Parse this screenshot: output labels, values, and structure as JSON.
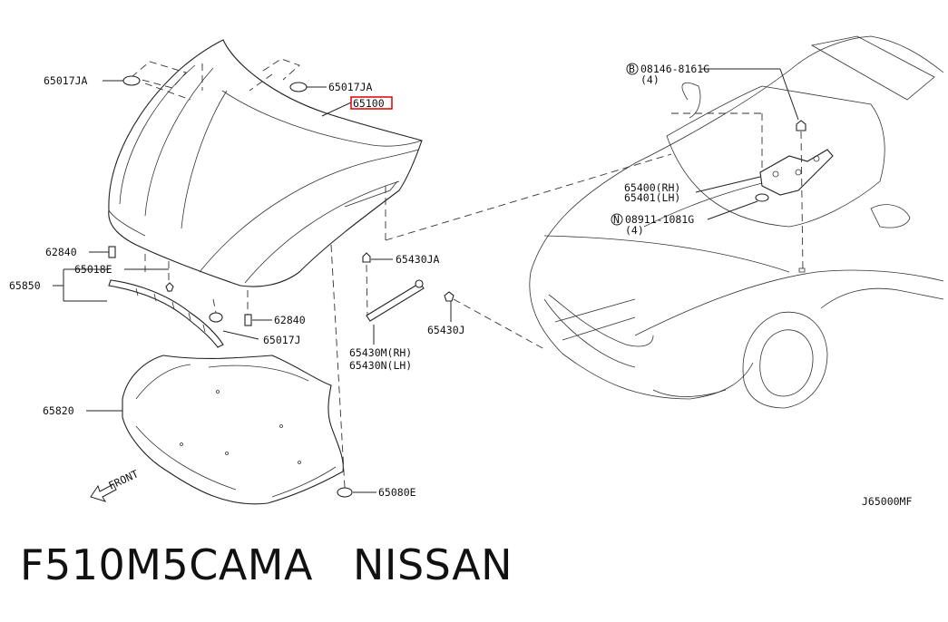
{
  "labels": {
    "p65017ja_left": "65017JA",
    "p65017ja_right": "65017JA",
    "p65100": "65100",
    "b_bolt": "08146-8161G",
    "b_bolt_qty": "(4)",
    "b_mark": "B",
    "p65400": "65400(RH)",
    "p65401": "65401(LH)",
    "n_nut": "08911-1081G",
    "n_nut_qty": "(4)",
    "n_mark": "N",
    "p62840_top": "62840",
    "p65018e": "65018E",
    "p65850": "65850",
    "p62840_bottom": "62840",
    "p65017j": "65017J",
    "p65430ja": "65430JA",
    "p65430j": "65430J",
    "p65430m": "65430M(RH)",
    "p65430n": "65430N(LH)",
    "p65820": "65820",
    "p65080e": "65080E",
    "front": "FRONT",
    "diagram_code": "J65000MF"
  },
  "colors": {
    "highlight": "#e00000",
    "line": "#222222"
  },
  "footer": {
    "part_number": "F510M5CAMA",
    "brand": "NISSAN"
  }
}
